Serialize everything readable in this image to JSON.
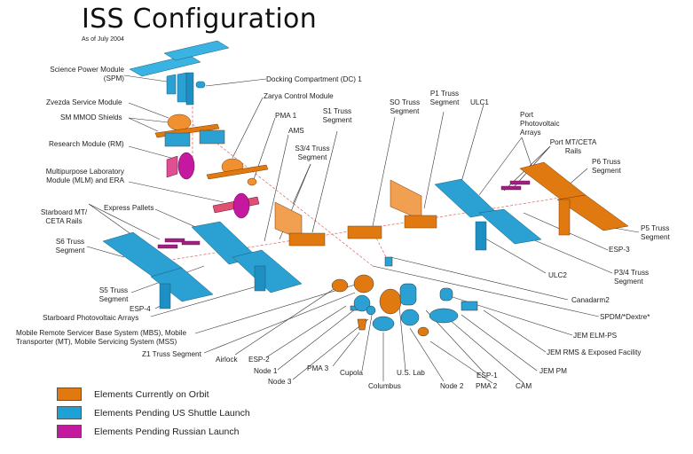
{
  "title": "ISS Configuration",
  "subtitle": "As of July 2004",
  "colors": {
    "on_orbit": "#e07a10",
    "pending_us": "#1da2d8",
    "pending_russian": "#c4189e",
    "leader_line": "#333333",
    "axis_line": "#e06060"
  },
  "legend": [
    {
      "label": "Elements Currently on Orbit",
      "color": "#e07a10"
    },
    {
      "label": "Elements Pending US Shuttle Launch",
      "color": "#1da2d8"
    },
    {
      "label": "Elements Pending Russian Launch",
      "color": "#c4189e"
    }
  ],
  "labels": {
    "spm_1": "Science Power Module",
    "spm_2": "(SPM)",
    "dc1": "Docking Compartment (DC) 1",
    "zvezda": "Zvezda Service Module",
    "zarya": "Zarya Control Module",
    "mmod": "SM MMOD Shields",
    "pma1": "PMA 1",
    "s1_1": "S1 Truss",
    "s1_2": "Segment",
    "so_1": "SO Truss",
    "so_2": "Segment",
    "p1_1": "P1 Truss",
    "p1_2": "Segment",
    "ulc1": "ULC1",
    "ams": "AMS",
    "rm": "Research Module (RM)",
    "s34_1": "S3/4 Truss",
    "s34_2": "Segment",
    "ppa_1": "Port",
    "ppa_2": "Photovoltaic",
    "ppa_3": "Arrays",
    "pmt_1": "Port MT/CETA",
    "pmt_2": "Rails",
    "mlm_1": "Multipurpose Laboratory",
    "mlm_2": "Module (MLM) and ERA",
    "p6_1": "P6 Truss",
    "p6_2": "Segment",
    "smt_1": "Starboard MT/",
    "smt_2": "CETA Rails",
    "express": "Express Pallets",
    "s6_1": "S6 Truss",
    "s6_2": "Segment",
    "p5_1": "P5 Truss",
    "p5_2": "Segment",
    "esp3": "ESP-3",
    "ulc2": "ULC2",
    "p34_1": "P3/4 Truss",
    "p34_2": "Segment",
    "s5_1": "S5 Truss",
    "s5_2": "Segment",
    "esp4": "ESP-4",
    "canadarm2": "Canadarm2",
    "spa": "Starboard Photovoltaic Arrays",
    "spdm": "SPDM/*Dextre*",
    "mbs_1": "Mobile Remote Servicer Base System (MBS), Mobile",
    "mbs_2": "Transporter (MT), Mobile Servicing System (MSS)",
    "jem_elm": "JEM ELM-PS",
    "jem_rms": "JEM RMS & Exposed Facility",
    "z1": "Z1 Truss Segment",
    "airlock": "Airlock",
    "esp2": "ESP-2",
    "jem_pm": "JEM PM",
    "node1": "Node 1",
    "node3": "Node 3",
    "pma3": "PMA 3",
    "cupola": "Cupola",
    "uslab": "U.S. Lab",
    "esp1": "ESP-1",
    "cam": "CAM",
    "columbus": "Columbus",
    "node2": "Node 2",
    "pma2": "PMA 2"
  }
}
